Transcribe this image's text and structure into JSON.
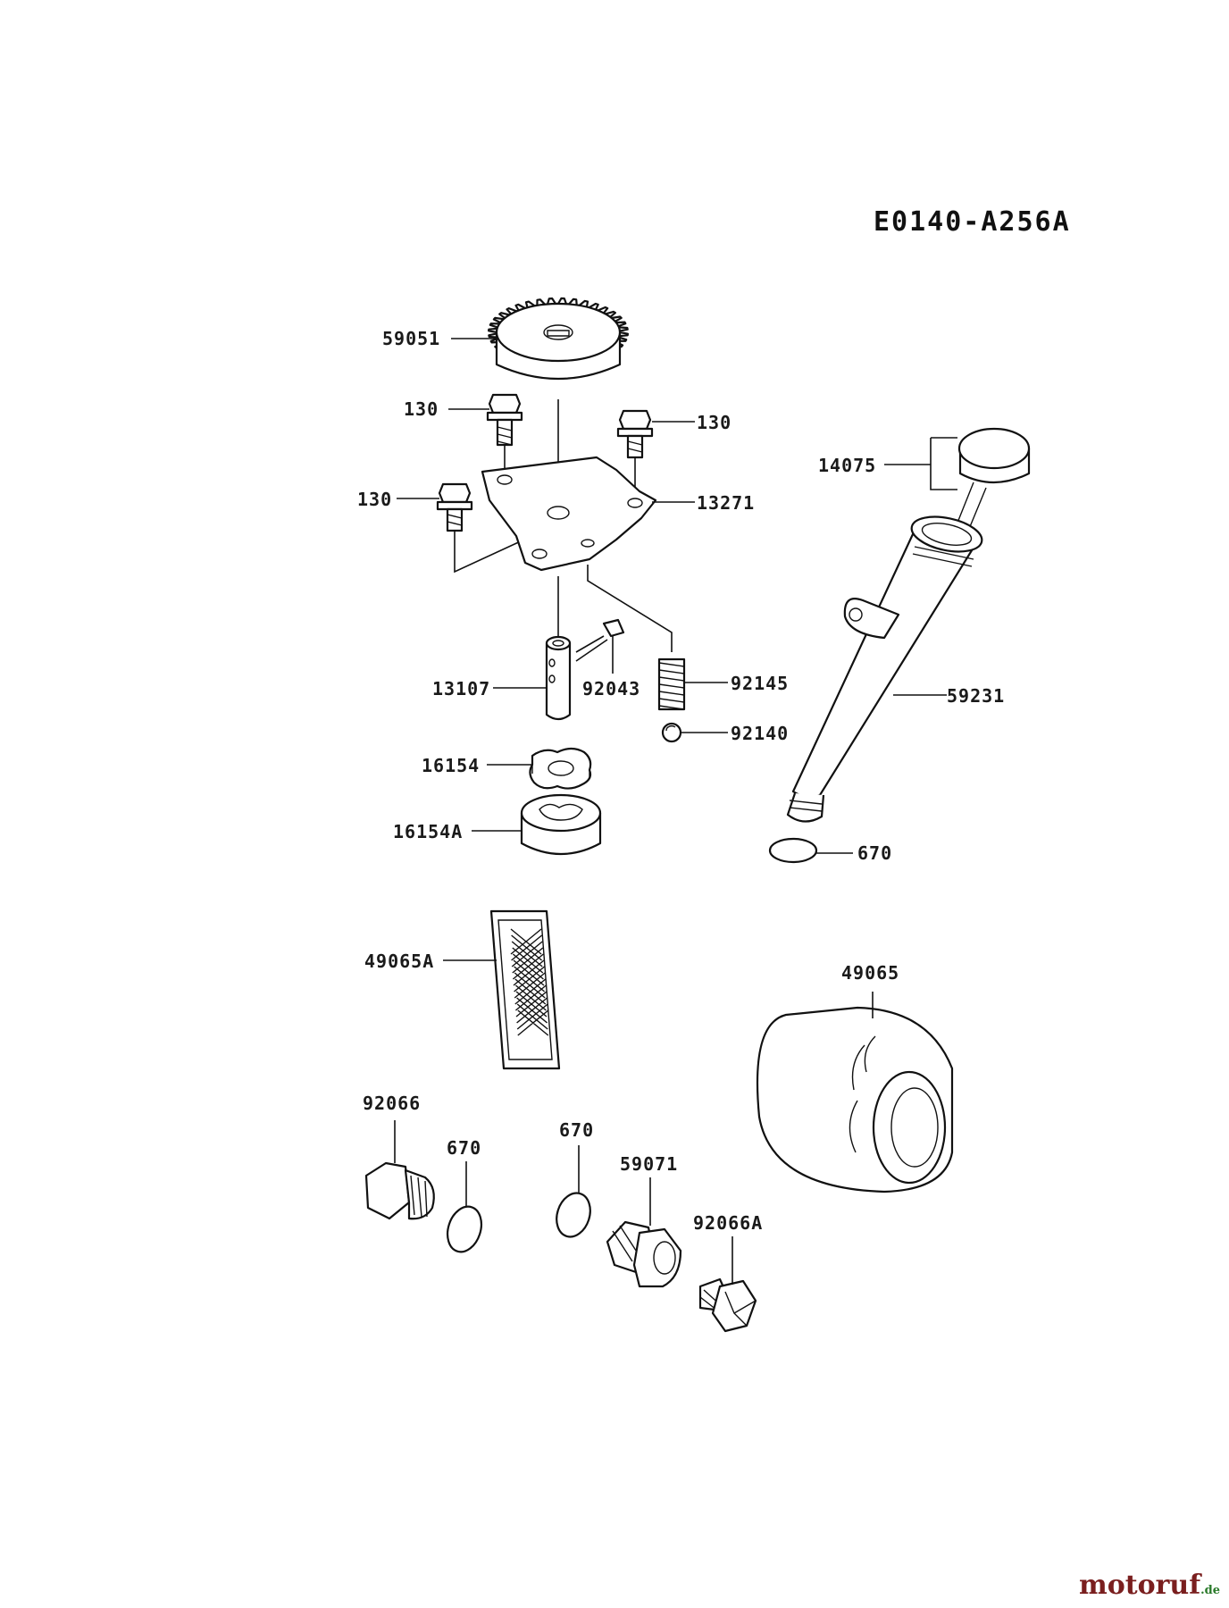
{
  "diagram_code": "E0140-A256A",
  "parts": {
    "gear": "59051",
    "bolt_a": "130",
    "bolt_b": "130",
    "bolt_c": "130",
    "plate": "13271",
    "gauge_cap": "14075",
    "shaft": "13107",
    "pin": "92043",
    "spring": "92145",
    "ball": "92140",
    "inner_rotor": "16154",
    "outer_rotor": "16154A",
    "filler_tube": "59231",
    "tube_oring": "670",
    "screen": "49065A",
    "oil_filter": "49065",
    "plug_left": "92066",
    "oring_left": "670",
    "oring_center": "670",
    "fitting": "59071",
    "plug_right": "92066A"
  },
  "watermark": {
    "brand": "motoruf",
    "tld": ".de"
  }
}
